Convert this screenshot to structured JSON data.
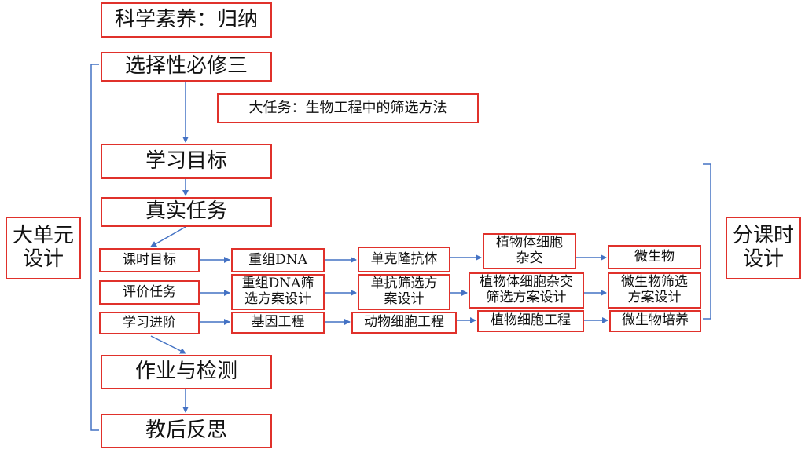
{
  "colors": {
    "box_border": "#e0312b",
    "arrow": "#4472c4",
    "text": "#111111"
  },
  "nodes": {
    "literacy": "科学素养：归纳",
    "book": "选择性必修三",
    "big_task": "大任务：生物工程中的筛选方法",
    "objectives": "学习目标",
    "real_task": "真实任务",
    "lesson_goal": "课时目标",
    "eval_task": "评价任务",
    "progression": "学习进阶",
    "homework": "作业与检测",
    "reflection": "教后反思",
    "unit_design": "大单元\n设计",
    "lesson_design": "分课时\n设计"
  },
  "grid": {
    "goals": [
      "重组DNA",
      "单克隆抗体",
      "植物体细胞\n杂交",
      "微生物"
    ],
    "evaluations": [
      "重组DNA筛\n选方案设计",
      "单抗筛选方\n案设计",
      "植物体细胞杂交\n筛选方案设计",
      "微生物筛选\n方案设计"
    ],
    "progressions": [
      "基因工程",
      "动物细胞工程",
      "植物细胞工程",
      "微生物培养"
    ]
  }
}
